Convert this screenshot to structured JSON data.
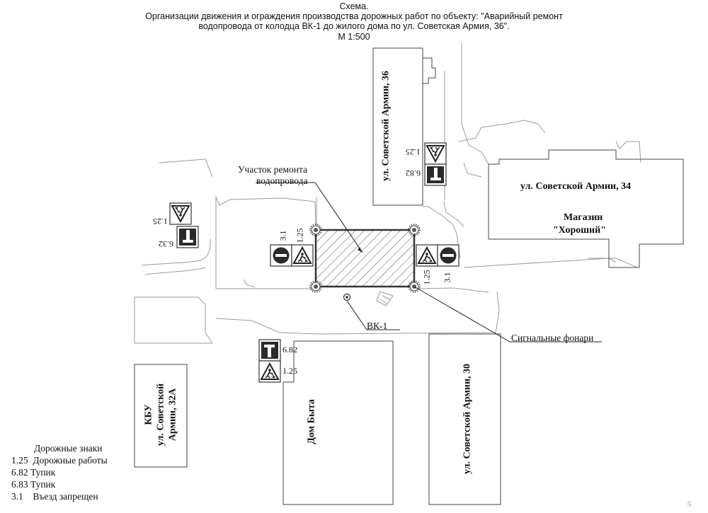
{
  "header": {
    "line1": "Схема.",
    "line2": "Организации движения и ограждения производства дорожных работ по объекту: \"Аварийный ремонт",
    "line3": "водопровода от колодца ВК-1 до жилого дома по ул. Советская Армия, 36\".",
    "scale": "М 1:500"
  },
  "labels": {
    "repair_line1": "Участок ремонта",
    "repair_line2": "водопровода",
    "well": "ВК-1",
    "lights": "Сигнальные фонари",
    "bld36": "ул. Советской Армии, 36",
    "bld34": "ул. Советской Армии, 34",
    "shop_line1": "Магазин",
    "shop_line2": "\"Хороший\"",
    "bld30": "ул. Советской Армии, 30",
    "dom_byta": "Дом Быта",
    "kbu_line1": "КБУ",
    "kbu_line2": "ул. Советской",
    "kbu_line3": "Армии, 32А"
  },
  "sign_codes": {
    "roadwork": "1.25",
    "deadend": "6.82",
    "deadend_alt": "6.32",
    "no_entry": "3.1"
  },
  "legend": {
    "title": "Дорожные знаки",
    "items": [
      {
        "code": "1.25",
        "name": "Дорожные работы"
      },
      {
        "code": "6.82",
        "name": "Тупик"
      },
      {
        "code": "6.83",
        "name": "Тупик"
      },
      {
        "code": "3.1",
        "name": "Въезд запрещен"
      }
    ]
  },
  "page_number": "5",
  "colors": {
    "line": "#9a9a9a",
    "building": "#444444",
    "sign_dark": "#2a2a2a",
    "hatch": "#555555"
  },
  "icons": [
    "roadwork-sign-icon",
    "deadend-sign-icon",
    "no-entry-sign-icon",
    "signal-light-icon",
    "well-icon"
  ]
}
